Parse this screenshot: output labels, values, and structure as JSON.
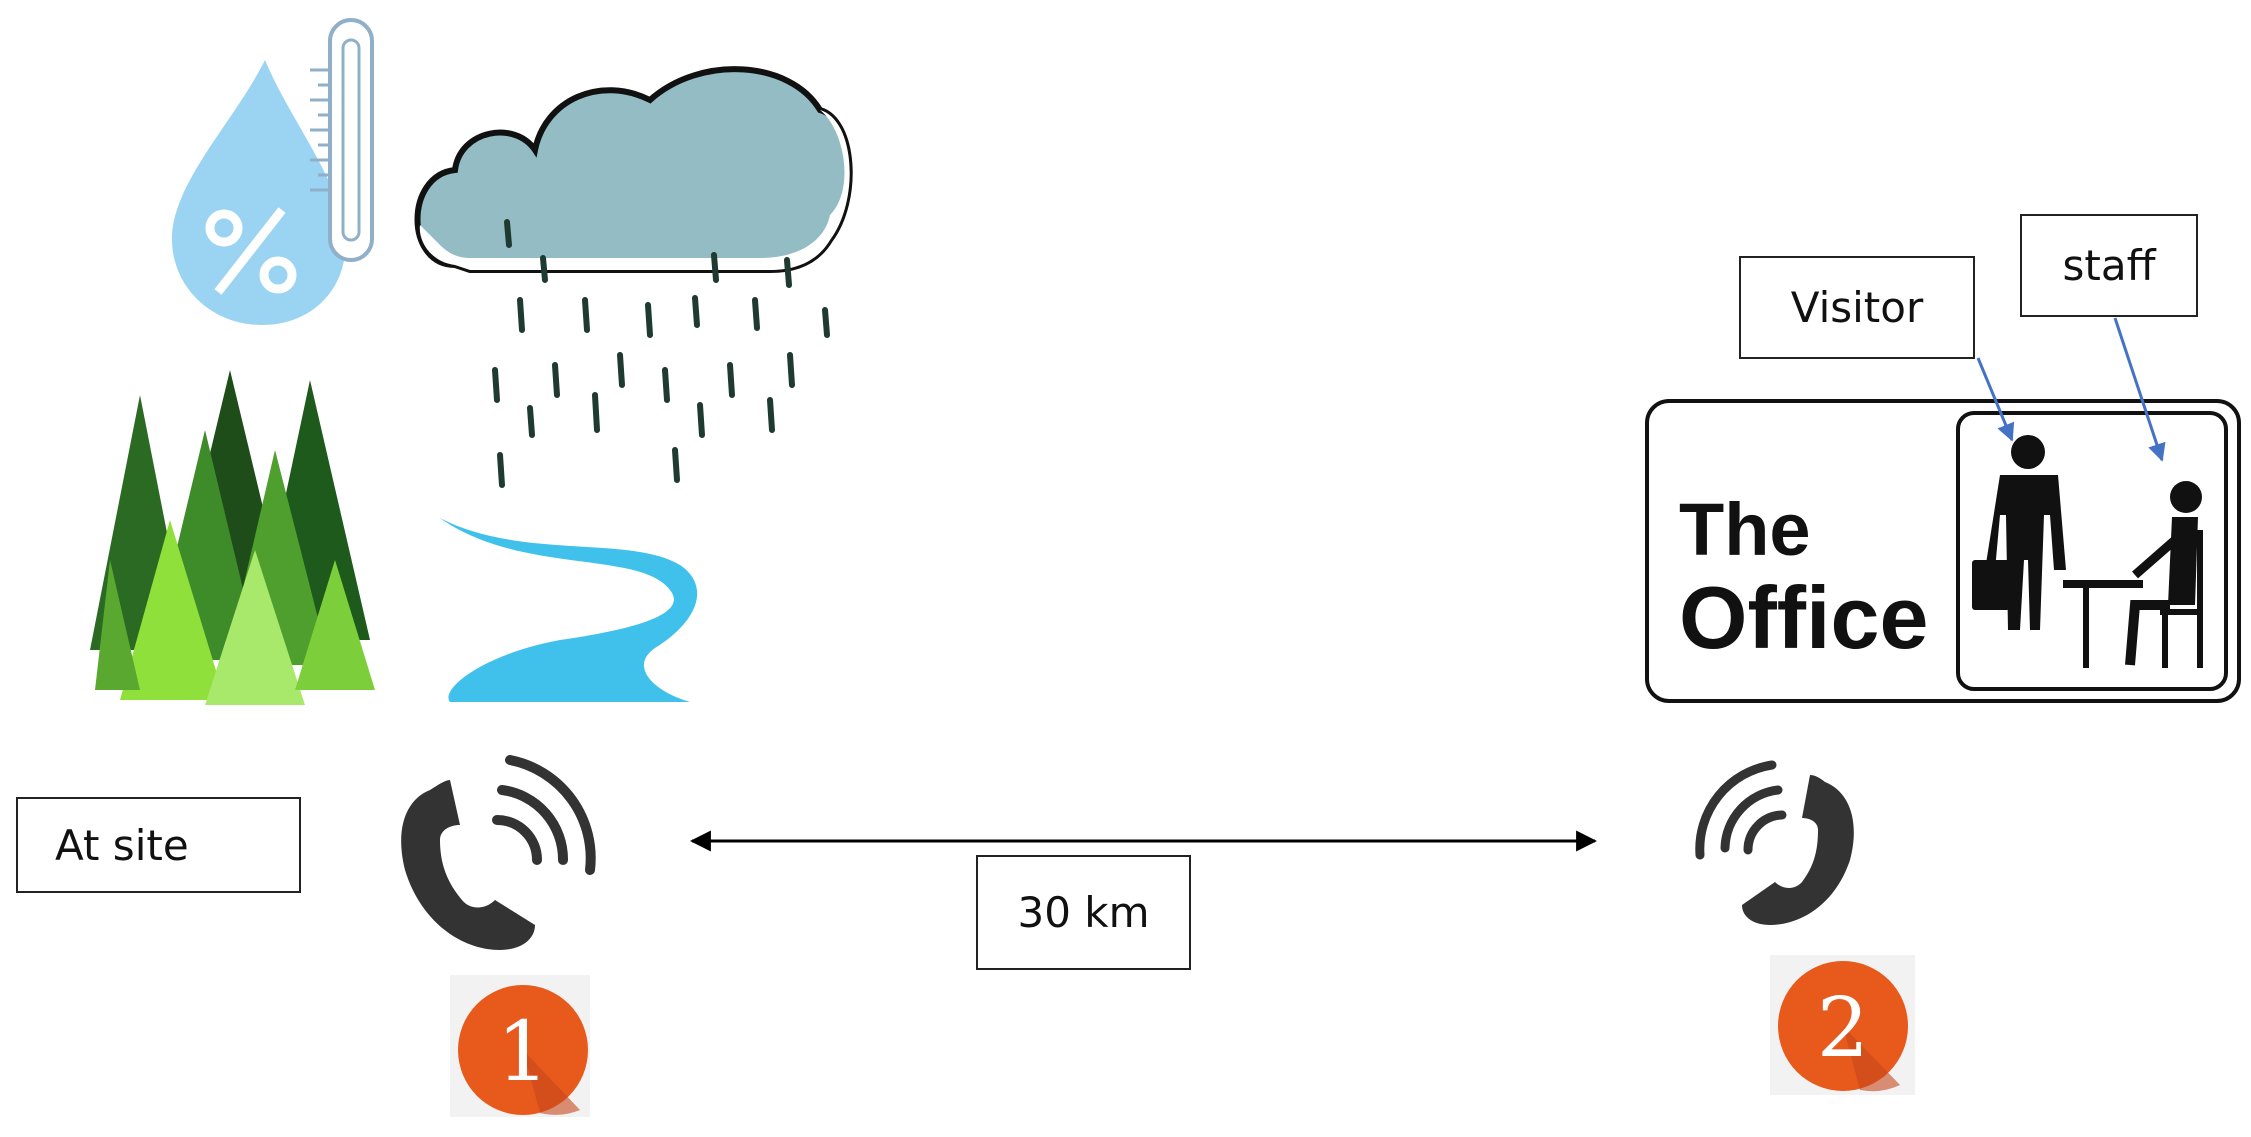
{
  "site": {
    "label": "At site",
    "badge": "1",
    "icons": [
      "humidity-temperature-icon",
      "rain-cloud-icon",
      "forest-icon",
      "river-icon",
      "phone-icon"
    ]
  },
  "office": {
    "title_line1": "The",
    "title_line2": "Office",
    "visitor_label": "Visitor",
    "staff_label": "staff",
    "badge": "2",
    "icons": [
      "visitor-icon",
      "staff-icon",
      "phone-icon"
    ]
  },
  "link": {
    "distance_label": "30 km"
  },
  "colors": {
    "badge_orange": "#e8591c",
    "cloud_fill": "#93bcc4",
    "river_blue": "#3fc1ec",
    "drop_blue": "#9ad4f2",
    "arrow_blue": "#4472c4",
    "tree_dark": "#1e4d1a",
    "tree_light": "#8fe03a",
    "phone": "#333333"
  }
}
